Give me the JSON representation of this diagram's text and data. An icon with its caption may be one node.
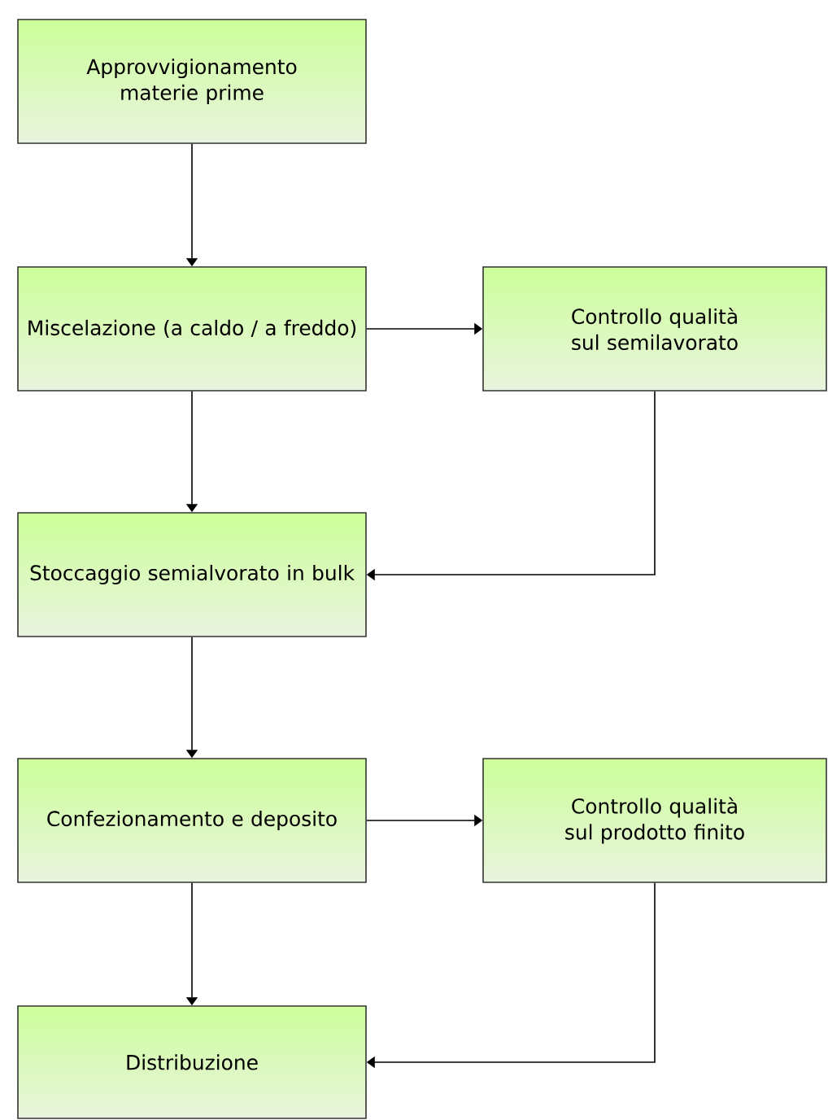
{
  "diagram": {
    "nodes": [
      {
        "text": [
          "Approvvigionamento materie prime"
        ]
      },
      {
        "text": [
          "Miscelazione (a caldo / a freddo)"
        ]
      },
      {
        "text": [
          "Controllo qualità sul semilavorato"
        ]
      },
      {
        "text": [
          "Stoccaggio semialvorato in bulk"
        ]
      },
      {
        "text": [
          "Confezionamento e deposito"
        ]
      },
      {
        "text": [
          "Controllo qualità sul prodotto finito"
        ]
      },
      {
        "text": [
          "Distribuzione"
        ]
      }
    ],
    "edges": [
      {
        "from": 0,
        "to": 1,
        "arrow": "to"
      },
      {
        "from": 1,
        "to": 2,
        "arrow": "to"
      },
      {
        "from": 1,
        "to": 3,
        "arrow": "to"
      },
      {
        "from": 2,
        "to": 3,
        "arrow": "to"
      },
      {
        "from": 3,
        "to": 4,
        "arrow": "to"
      },
      {
        "from": 4,
        "to": 5,
        "arrow": "to"
      },
      {
        "from": 4,
        "to": 6,
        "arrow": "to"
      },
      {
        "from": 5,
        "to": 6,
        "arrow": "to"
      }
    ]
  }
}
